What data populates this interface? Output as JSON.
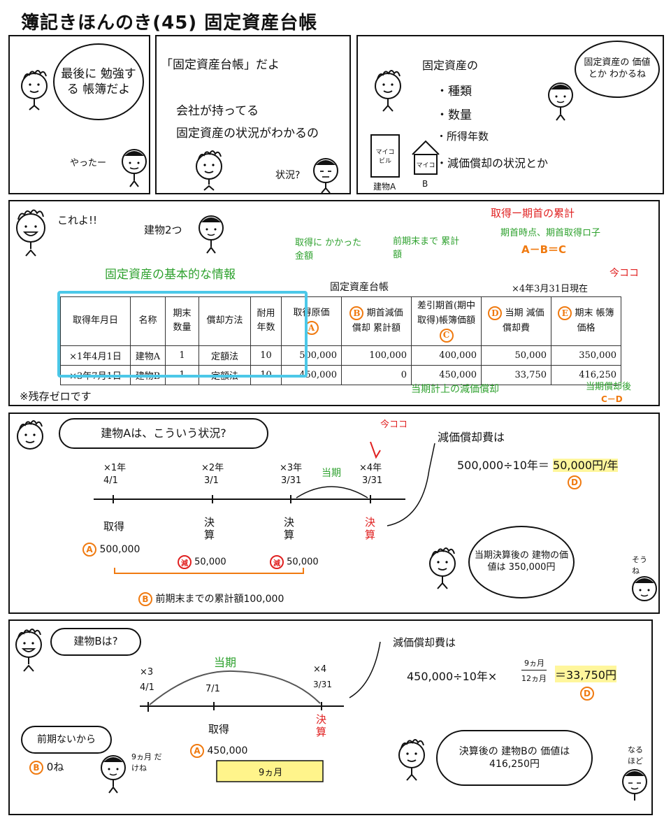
{
  "title": "簿記きほんのき(45) 固定資産台帳",
  "panel1": {
    "bubble": "最後に 勉強する 帳簿だよ",
    "reply": "やったー"
  },
  "panel2": {
    "line1": "「固定資産台帳」だよ",
    "line2": "会社が持ってる",
    "line3": "固定資産の状況がわかるの",
    "reply": "状況?"
  },
  "panel3": {
    "intro": "固定資産の",
    "items": [
      "・種類",
      "・数量",
      "・所得年数",
      "・減価償却の状況とか"
    ],
    "bubble": "固定資産の 価値とか わかるね",
    "bldgA_sign": "マイコ ビル",
    "bldgB_sign": "マイコ",
    "labelA": "建物A",
    "labelB": "B"
  },
  "panel4": {
    "kore": "これよ!!",
    "two_bldg": "建物2つ",
    "basic": "固定資産の基本的な情報",
    "ann_acq": "取得に かかった金額",
    "ann_prev": "前期末まで 累計額",
    "ann_diff1": "取得ー期首の累計",
    "ann_diff2": "期首時点、期首取得ロ子",
    "ann_diff3": "A－B＝C",
    "now": "今ココ",
    "ledger_title": "固定資産台帳",
    "ledger_date": "×4年3月31日現在",
    "headers": [
      "取得年月日",
      "名称",
      "期末 数量",
      "償却方法",
      "耐用 年数",
      "取得原価",
      "期首減価償却 累計額",
      "差引期首(期中 取得)帳簿価額",
      "当期 減価償却費",
      "期末 帳簿価格"
    ],
    "header_marks": [
      "A",
      "B",
      "C",
      "D",
      "E"
    ],
    "rows": [
      [
        "×1年4月1日",
        "建物A",
        "1",
        "定額法",
        "10",
        "500,000",
        "100,000",
        "400,000",
        "50,000",
        "350,000"
      ],
      [
        "×3年7月1日",
        "建物B",
        "1",
        "定額法",
        "10",
        "450,000",
        "0",
        "450,000",
        "33,750",
        "416,250"
      ]
    ],
    "note": "※残存ゼロです",
    "ann_current": "当期計上の減価償却",
    "ann_end": "当期償却後",
    "ann_end_formula": "C－D"
  },
  "panel5": {
    "bubble": "建物Aは、こういう状況?",
    "now": "今ココ",
    "ticks": [
      {
        "top": "×1年",
        "date": "4/1",
        "event": "取得",
        "amount": "500,000",
        "mark": "A"
      },
      {
        "top": "×2年",
        "date": "3/1",
        "event": "決 算",
        "amount": "50,000",
        "mark": "減"
      },
      {
        "top": "×3年",
        "date": "3/31",
        "event": "決 算",
        "amount": "50,000",
        "mark": "減"
      },
      {
        "top": "×4年",
        "date": "3/31",
        "event": "決 算",
        "amount": "",
        "mark": ""
      }
    ],
    "current": "当期",
    "brace_label": "前期末までの累計額100,000",
    "brace_mark": "B",
    "dep_title": "減価償却費は",
    "dep_formula": "500,000÷10年＝",
    "dep_result": "50,000円/年",
    "dep_mark": "D",
    "after_bubble": "当期決算後の 建物の価値は 350,000円",
    "sou": "そうね"
  },
  "panel6": {
    "bubble": "建物Bは?",
    "current": "当期",
    "ticks": [
      {
        "top": "×3",
        "date": "4/1",
        "event": ""
      },
      {
        "top": "",
        "date": "7/1",
        "event": "取得"
      },
      {
        "top": "×4",
        "date": "3/31",
        "event": "決 算"
      }
    ],
    "acq_mark": "A",
    "acq_amount": "450,000",
    "nine": "9ヵ月",
    "dep_title": "減価償却費は",
    "dep_formula": "450,000÷10年×",
    "dep_num": "9ヵ月",
    "dep_den": "12ヵ月",
    "dep_result": "＝33,750円",
    "dep_mark": "D",
    "prev_bubble": "前期ないから",
    "prev_mark": "B",
    "prev_zero": "0ね",
    "nine_only": "9ヵ月 だけね",
    "after_bubble": "決算後の 建物Bの 価値は 416,250円",
    "naruhodo": "なるほど"
  }
}
